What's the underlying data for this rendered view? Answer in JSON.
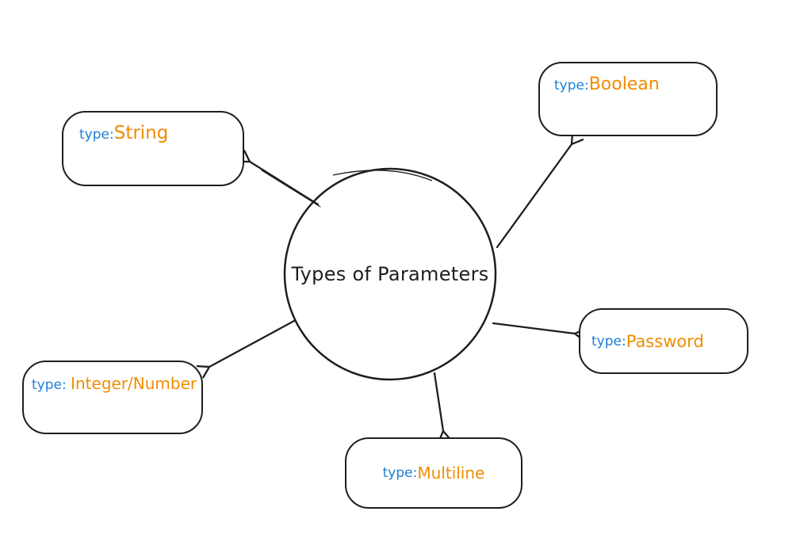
{
  "diagram": {
    "center": {
      "label": "Types of Parameters"
    },
    "nodes": [
      {
        "id": "string",
        "prefix": "type:",
        "value": "String"
      },
      {
        "id": "boolean",
        "prefix": "type:",
        "value": "Boolean"
      },
      {
        "id": "password",
        "prefix": "type:",
        "value": "Password"
      },
      {
        "id": "multiline",
        "prefix": "type:",
        "value": "Multiline"
      },
      {
        "id": "integer-number",
        "prefix": "type: ",
        "value": "Integer/Number"
      }
    ],
    "colors": {
      "stroke": "#1e1e1e",
      "prefix_blue": "#1c7ed6",
      "value_orange": "#f08c00",
      "background": "#ffffff"
    }
  }
}
